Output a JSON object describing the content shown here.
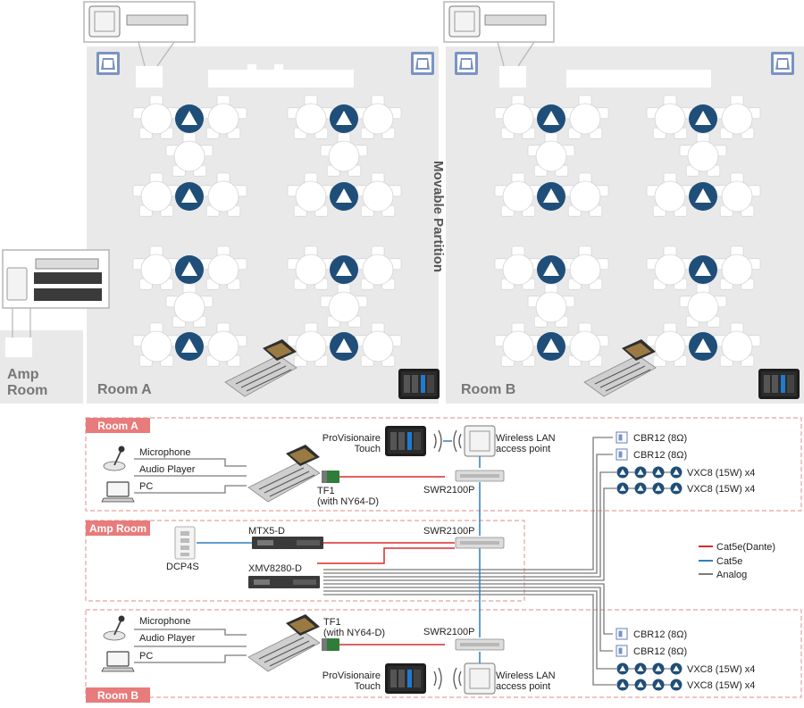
{
  "floor_plan": {
    "room_a_label": "Room A",
    "room_b_label": "Room B",
    "amp_room_label_line1": "Amp",
    "amp_room_label_line2": "Room",
    "partition_label": "Movable Partition"
  },
  "schematic": {
    "room_a_tag": "Room A",
    "amp_room_tag": "Amp Room",
    "room_b_tag": "Room B",
    "room_a": {
      "microphone": "Microphone",
      "audio_player": "Audio Player",
      "pc": "PC",
      "tf1_line1": "TF1",
      "tf1_line2": "(with NY64-D)",
      "provisionaire_line1": "ProVisionaire",
      "provisionaire_line2": "Touch",
      "wlan_line1": "Wireless LAN",
      "wlan_line2": "access point",
      "switch": "SWR2100P"
    },
    "amp_room": {
      "dcp": "DCP4S",
      "mtx": "MTX5-D",
      "xmv": "XMV8280-D",
      "switch": "SWR2100P"
    },
    "room_b": {
      "microphone": "Microphone",
      "audio_player": "Audio Player",
      "pc": "PC",
      "tf1_line1": "TF1",
      "tf1_line2": "(with NY64-D)",
      "provisionaire_line1": "ProVisionaire",
      "provisionaire_line2": "Touch",
      "wlan_line1": "Wireless LAN",
      "wlan_line2": "access point",
      "switch": "SWR2100P"
    },
    "speakers_a": {
      "cbr1": "CBR12 (8Ω)",
      "cbr2": "CBR12 (8Ω)",
      "vxc1": "VXC8 (15W) x4",
      "vxc2": "VXC8 (15W) x4"
    },
    "speakers_b": {
      "cbr1": "CBR12 (8Ω)",
      "cbr2": "CBR12 (8Ω)",
      "vxc1": "VXC8 (15W) x4",
      "vxc2": "VXC8 (15W) x4"
    },
    "legend": {
      "dante": "Cat5e(Dante)",
      "cat5e": "Cat5e",
      "analog": "Analog"
    }
  },
  "colors": {
    "floor": "#e9e9e9",
    "tag": "#e87b7b",
    "dashed_border": "#e8a0a0",
    "dante": "#d92b2b",
    "cat5e": "#2f7fc1",
    "analog": "#7a7a7a",
    "ceiling_speaker": "#1f4e79",
    "room_speaker_frame": "#7a93c5"
  }
}
